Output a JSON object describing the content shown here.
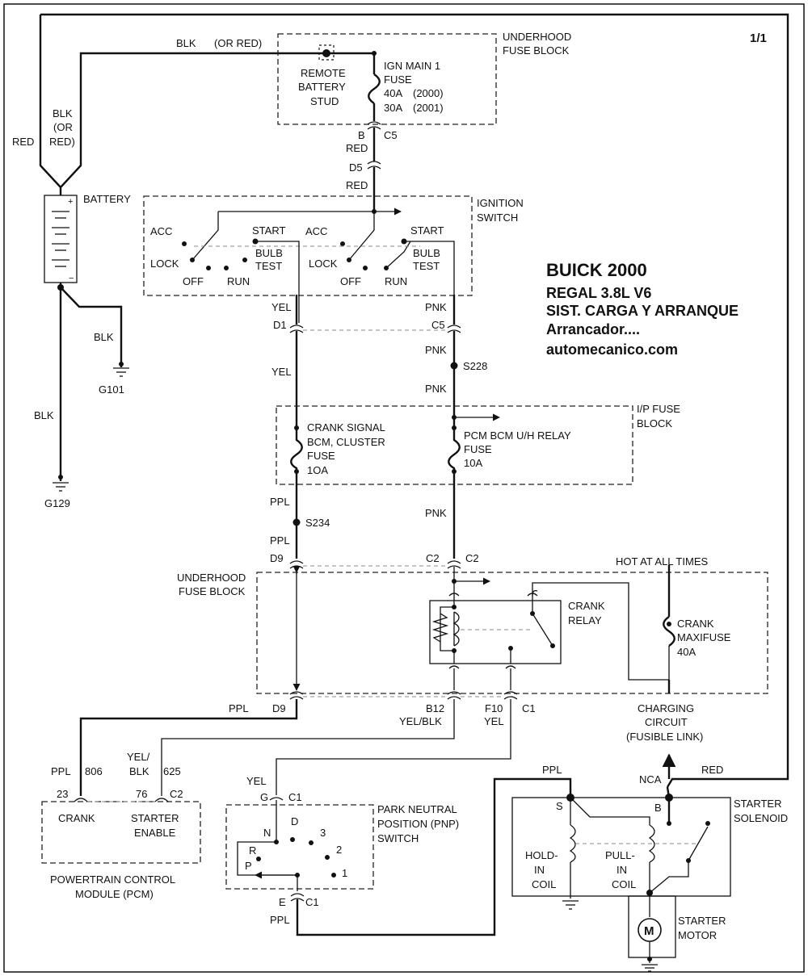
{
  "page": "1/1",
  "title": {
    "line1": "BUICK 2000",
    "line2": "REGAL  3.8L  V6",
    "line3": "SIST. CARGA Y ARRANQUE",
    "line4": "Arrancador....",
    "line5": "automecanico.com"
  },
  "labels": {
    "blk_top": "BLK",
    "or_red_top": "(OR RED)",
    "blk_left": "BLK",
    "or_left": "(OR",
    "red_paren_left": "RED)",
    "red_left": "RED",
    "battery": "BATTERY",
    "blk_g101": "BLK",
    "g101": "G101",
    "blk_g129": "BLK",
    "g129": "G129",
    "uh_fuse_block_1": "UNDERHOOD",
    "uh_fuse_block_2": "FUSE BLOCK",
    "remote_1": "REMOTE",
    "remote_2": "BATTERY",
    "remote_3": "STUD",
    "ign_main_1": "IGN MAIN 1",
    "ign_main_2": "FUSE",
    "ign_main_3": "40A",
    "ign_main_3b": "(2000)",
    "ign_main_4": "30A",
    "ign_main_4b": "(2001)",
    "b_conn": "B",
    "c5_top": "C5",
    "red_1": "RED",
    "d5": "D5",
    "red_2": "RED",
    "ign_sw_1": "IGNITION",
    "ign_sw_2": "SWITCH",
    "acc_1": "ACC",
    "start_1": "START",
    "lock_1": "LOCK",
    "bulb_1a": "BULB",
    "bulb_1b": "TEST",
    "off_1": "OFF",
    "run_1": "RUN",
    "acc_2": "ACC",
    "start_2": "START",
    "lock_2": "LOCK",
    "bulb_2a": "BULB",
    "bulb_2b": "TEST",
    "off_2": "OFF",
    "run_2": "RUN",
    "yel_1": "YEL",
    "pnk_1": "PNK",
    "d1": "D1",
    "c5_mid": "C5",
    "yel_2": "YEL",
    "pnk_2": "PNK",
    "s228": "S228",
    "pnk_3": "PNK",
    "ip_fuse_1": "I/P FUSE",
    "ip_fuse_2": "BLOCK",
    "crank_sig_1": "CRANK SIGNAL",
    "crank_sig_2": "BCM, CLUSTER",
    "crank_sig_3": "FUSE",
    "crank_sig_4": "1OA",
    "pcm_bcm_1": "PCM BCM U/H RELAY",
    "pcm_bcm_2": "FUSE",
    "pcm_bcm_3": "10A",
    "ppl_1": "PPL",
    "pnk_4": "PNK",
    "s234": "S234",
    "ppl_2": "PPL",
    "d9_top": "D9",
    "c2_a": "C2",
    "c2_b": "C2",
    "hot": "HOT AT ALL TIMES",
    "uh2_1": "UNDERHOOD",
    "uh2_2": "FUSE BLOCK",
    "crank_relay_1": "CRANK",
    "crank_relay_2": "RELAY",
    "maxi_1": "CRANK",
    "maxi_2": "MAXIFUSE",
    "maxi_3": "40A",
    "ppl_3": "PPL",
    "d9_bot": "D9",
    "b12": "B12",
    "yelblk_1": "YEL/BLK",
    "f10": "F10",
    "yel_3": "YEL",
    "c1_a": "C1",
    "charging_1": "CHARGING",
    "charging_2": "CIRCUIT",
    "charging_3": "(FUSIBLE LINK)",
    "ppl_4": "PPL",
    "n806": "806",
    "yel_slash": "YEL/",
    "blk_4": "BLK",
    "n625": "625",
    "yel_4": "YEL",
    "g_conn": "G",
    "c1_b": "C1",
    "pin23": "23",
    "pin76": "76",
    "c2_pcm": "C2",
    "crank_pcm": "CRANK",
    "starter_en_1": "STARTER",
    "starter_en_2": "ENABLE",
    "pcm_1": "POWERTRAIN CONTROL",
    "pcm_2": "MODULE (PCM)",
    "pnp_1": "PARK NEUTRAL",
    "pnp_2": "POSITION (PNP)",
    "pnp_3": "SWITCH",
    "pnp_n": "N",
    "pnp_d": "D",
    "pnp_3pos": "3",
    "pnp_r": "R",
    "pnp_2pos": "2",
    "pnp_p": "P",
    "pnp_1pos": "1",
    "e_conn": "E",
    "c1_c": "C1",
    "ppl_5": "PPL",
    "ppl_6": "PPL",
    "nca": "NCA",
    "red_3": "RED",
    "s_term": "S",
    "b_term": "B",
    "sol_1": "STARTER",
    "sol_2": "SOLENOID",
    "hold_1": "HOLD-",
    "hold_2": "IN",
    "hold_3": "COIL",
    "pull_1": "PULL-",
    "pull_2": "IN",
    "pull_3": "COIL",
    "motor_1": "STARTER",
    "motor_2": "MOTOR",
    "motor_m": "M"
  }
}
